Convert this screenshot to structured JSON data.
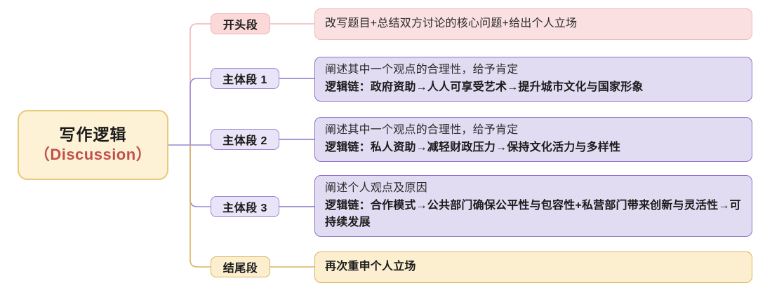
{
  "diagram": {
    "type": "mind-map",
    "root": {
      "line1": "写作逻辑",
      "line2": "（Discussion）",
      "fill": "#fdf2d6",
      "stroke": "#e8c97a",
      "line2_color": "#c0504d"
    },
    "branches": [
      {
        "label": "开头段",
        "color_key": "pink",
        "stroke": "#f0b4b4",
        "fill": "#fbd9d9",
        "content": {
          "fill": "#fae0e0",
          "stroke": "#f2b8b8",
          "lines": [
            {
              "text": "改写题目+总结双方讨论的核心问题+给出个人立场",
              "bold": false
            }
          ]
        }
      },
      {
        "label": "主体段 1",
        "color_key": "purple",
        "stroke": "#9b87d4",
        "fill": "#eae4f8",
        "content": {
          "fill": "#e2dcf3",
          "stroke": "#8b73c9",
          "lines": [
            {
              "text": "阐述其中一个观点的合理性，给予肯定",
              "bold": false
            },
            {
              "text": "逻辑链：政府资助→人人可享受艺术→提升城市文化与国家形象",
              "bold": true
            }
          ]
        }
      },
      {
        "label": "主体段 2",
        "color_key": "purple",
        "stroke": "#9b87d4",
        "fill": "#eae4f8",
        "content": {
          "fill": "#e2dcf3",
          "stroke": "#8b73c9",
          "lines": [
            {
              "text": "阐述其中一个观点的合理性，给予肯定",
              "bold": false
            },
            {
              "text": "逻辑链：私人资助→减轻财政压力→保持文化活力与多样性",
              "bold": true
            }
          ]
        }
      },
      {
        "label": "主体段 3",
        "color_key": "purple",
        "stroke": "#9b87d4",
        "fill": "#eae4f8",
        "content": {
          "fill": "#e2dcf3",
          "stroke": "#8b73c9",
          "lines": [
            {
              "text": "阐述个人观点及原因",
              "bold": false
            },
            {
              "text": "逻辑链：合作模式→公共部门确保公平性与包容性+私营部门带来创新与灵活性→可持续发展",
              "bold": true
            }
          ]
        }
      },
      {
        "label": "结尾段",
        "color_key": "gold",
        "stroke": "#d9b45c",
        "fill": "#fcefd0",
        "content": {
          "fill": "#fcefd0",
          "stroke": "#d9b45c",
          "lines": [
            {
              "text": "再次重申个人立场",
              "bold": true
            }
          ]
        }
      }
    ]
  }
}
